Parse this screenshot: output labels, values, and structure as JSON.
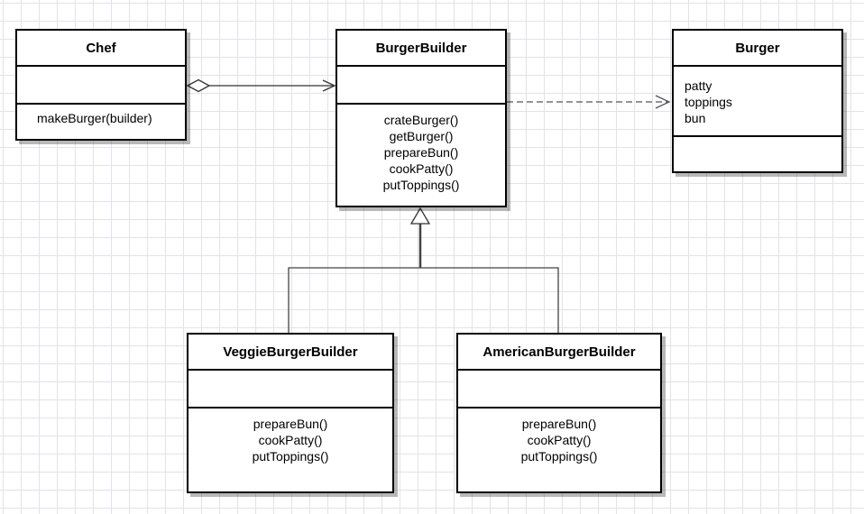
{
  "classes": {
    "chef": {
      "name": "Chef",
      "attributes": [],
      "operations": [
        "makeBurger(builder)"
      ]
    },
    "burger_builder": {
      "name": "BurgerBuilder",
      "attributes": [],
      "operations": [
        "crateBurger()",
        "getBurger()",
        "prepareBun()",
        "cookPatty()",
        "putToppings()"
      ]
    },
    "burger": {
      "name": "Burger",
      "attributes": [
        "patty",
        "toppings",
        "bun"
      ],
      "operations": []
    },
    "veggie_burger_builder": {
      "name": "VeggieBurgerBuilder",
      "attributes": [],
      "operations": [
        "prepareBun()",
        "cookPatty()",
        "putToppings()"
      ]
    },
    "american_burger_builder": {
      "name": "AmericanBurgerBuilder",
      "attributes": [],
      "operations": [
        "prepareBun()",
        "cookPatty()",
        "putToppings()"
      ]
    }
  },
  "relationships": [
    {
      "type": "aggregation",
      "from": "Chef",
      "to": "BurgerBuilder"
    },
    {
      "type": "dependency",
      "from": "BurgerBuilder",
      "to": "Burger"
    },
    {
      "type": "generalization",
      "from": "VeggieBurgerBuilder",
      "to": "BurgerBuilder"
    },
    {
      "type": "generalization",
      "from": "AmericanBurgerBuilder",
      "to": "BurgerBuilder"
    }
  ],
  "colors": {
    "line": "#000000",
    "connector": "#333333",
    "dashed_connector": "#555555",
    "grid": "#e2e2ec"
  }
}
